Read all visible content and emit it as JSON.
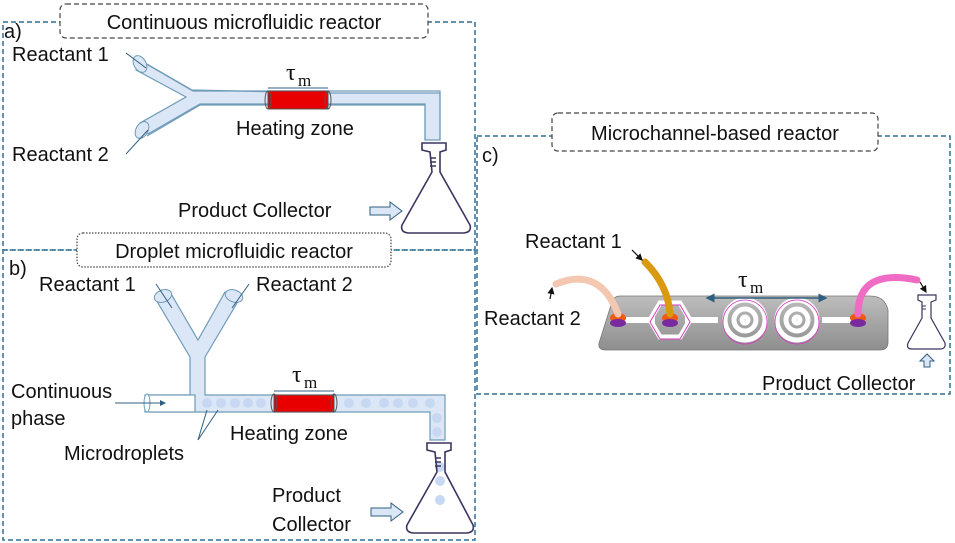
{
  "panels": {
    "a": {
      "letter": "a)",
      "title": "Continuous microfluidic reactor",
      "reactant1": "Reactant 1",
      "reactant2": "Reactant 2",
      "tau": "τ",
      "tau_sub": "m",
      "heating": "Heating zone",
      "collector": "Product Collector"
    },
    "b": {
      "letter": "b)",
      "title": "Droplet microfluidic reactor",
      "reactant1": "Reactant 1",
      "reactant2": "Reactant 2",
      "continuous1": "Continuous",
      "continuous2": "phase",
      "microdroplets": "Microdroplets",
      "tau": "τ",
      "tau_sub": "m",
      "heating": "Heating zone",
      "collector1": "Product",
      "collector2": "Collector"
    },
    "c": {
      "letter": "c)",
      "title": "Microchannel-based reactor",
      "reactant1": "Reactant 1",
      "reactant2": "Reactant 2",
      "tau": "τ",
      "tau_sub": "m",
      "collector": "Product Collector"
    }
  },
  "colors": {
    "frame": "#2f6f94",
    "tube_fill": "#dbe7f6",
    "tube_stroke": "#6f9bb8",
    "heater": "#e80000",
    "flask": "#3a3560",
    "droplet": "#c9d8f2",
    "chip": "#9a9a9a",
    "tube_r1": "#d99a12",
    "tube_r2": "#f4c8b0",
    "tube_out": "#f06cc4",
    "port": "#f05a10"
  }
}
